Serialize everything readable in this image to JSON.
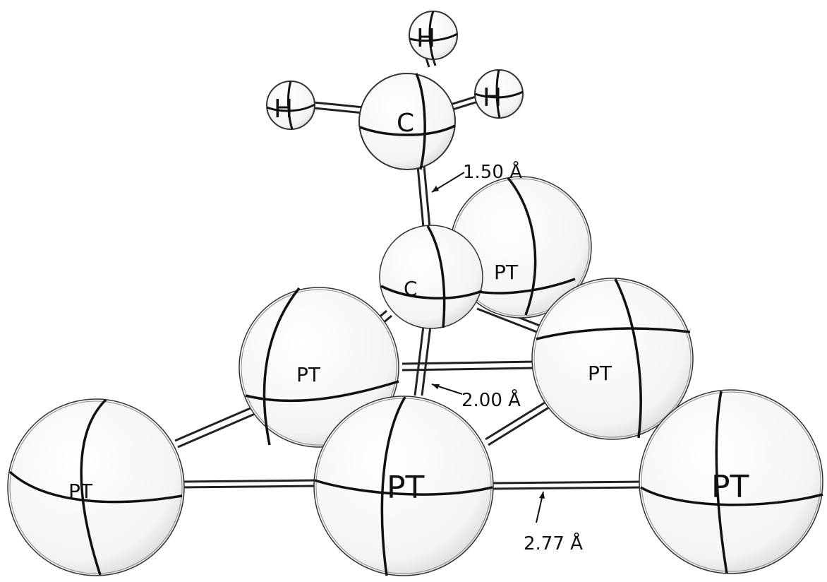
{
  "diagram": {
    "atoms": {
      "h1": "H",
      "h2": "H",
      "h3": "H",
      "c_methyl": "C",
      "c_surface": "C",
      "pt_back": "PT",
      "pt_mid_left": "PT",
      "pt_mid_right": "PT",
      "pt_front_left": "PT",
      "pt_front_center": "PT",
      "pt_front_right": "PT"
    },
    "dimensions": {
      "cc_bond": "1.50 Å",
      "c_pt_bond": "2.00 Å",
      "pt_pt_spacing": "2.77 Å"
    }
  }
}
